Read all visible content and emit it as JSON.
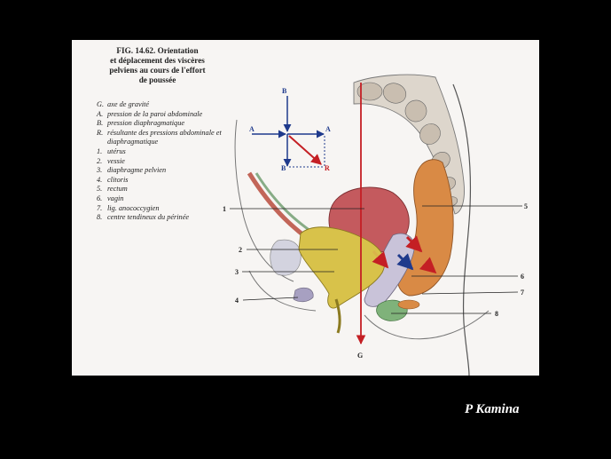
{
  "figure": {
    "caption_lines": [
      "FIG. 14.62. Orientation",
      "et déplacement des viscères",
      "pelviens au cours de l'effort",
      "de poussée"
    ],
    "legend": [
      {
        "key": "G.",
        "text": "axe de gravité"
      },
      {
        "key": "A.",
        "text": "pression de la paroi abdominale"
      },
      {
        "key": "B.",
        "text": "pression diaphragmatique"
      },
      {
        "key": "R.",
        "text": "résultante des pressions abdominale et diaphragmatique"
      },
      {
        "key": "1.",
        "text": "utérus"
      },
      {
        "key": "2.",
        "text": "vessie"
      },
      {
        "key": "3.",
        "text": "diaphragme pelvien"
      },
      {
        "key": "4.",
        "text": "clitoris"
      },
      {
        "key": "5.",
        "text": "rectum"
      },
      {
        "key": "6.",
        "text": "vagin"
      },
      {
        "key": "7.",
        "text": "lig. anococcygien"
      },
      {
        "key": "8.",
        "text": "centre tendineux du périnée"
      }
    ],
    "vector_labels": {
      "a_left": "A",
      "a_right": "A",
      "b_top": "B",
      "b_bottom": "B",
      "r": "R",
      "g": "G"
    },
    "callouts": [
      "1",
      "2",
      "3",
      "4",
      "5",
      "6",
      "7",
      "8"
    ],
    "colors": {
      "vector_blue": "#1f3a8c",
      "vector_red": "#c41f24",
      "uterus": "#c45a5e",
      "bladder": "#d8c24a",
      "rectum": "#d98a45"
    }
  },
  "credit": "P Kamina"
}
